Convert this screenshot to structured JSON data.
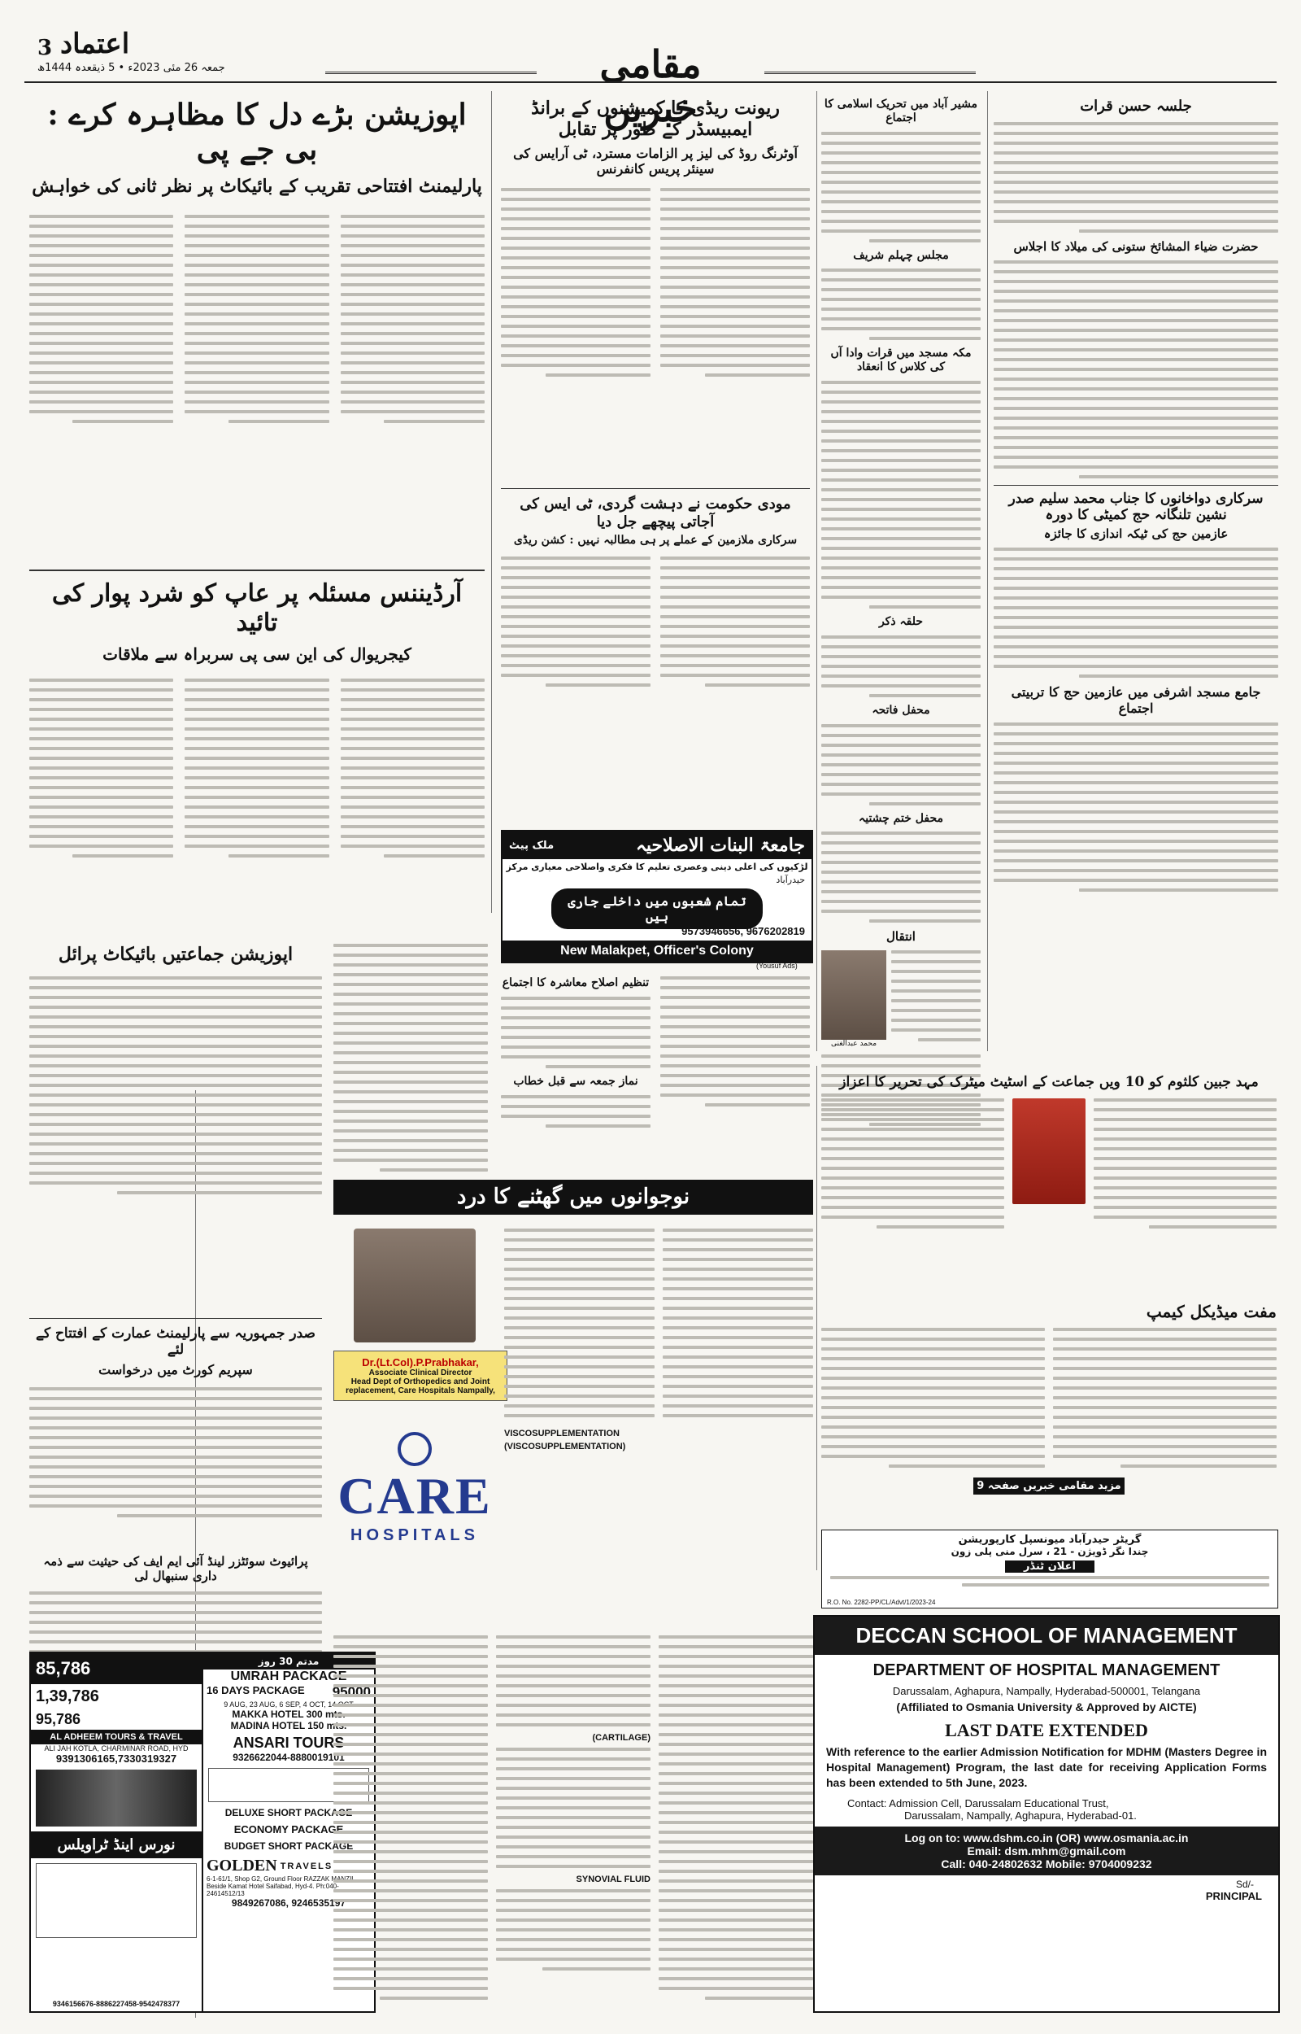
{
  "masthead": {
    "page_number": "3",
    "paper_name": "اعتماد",
    "date_line": "جمعہ 26 مئی 2023ء • 5 ذیقعدہ 1444ھ",
    "section_title": "مقامی خبریں"
  },
  "story_opposition": {
    "headline": "اپوزیشن بڑے دل کا مظاہرہ کرے : بی جے پی",
    "subhead": "پارلیمنٹ افتتاحی تقریب کے بائیکاٹ پر نظر ثانی کی خواہش"
  },
  "story_ordinance": {
    "headline": "آرڈیننس مسئلہ پر عاپ کو شرد پوار کی تائید",
    "subhead": "کیجریوال کی این سی پی سربراہ سے ملاقات"
  },
  "story_boycott": {
    "headline": "اپوزیشن جماعتیں بائیکاٹ پرائل"
  },
  "story_president": {
    "headline": "صدر جمہوریہ سے پارلیمنٹ عمارت کے افتتاح کے لئے",
    "subhead": "سپریم کورٹ میں درخواست"
  },
  "story_ireland": {
    "headline": "پرائیوٹ سوئٹزر لینڈ آئی ایم ایف کی حیثیت سے ذمہ داری سنبھال لی"
  },
  "story_revanth": {
    "headline": "ریونت ریڈی کا کمیشنوں کے برانڈ ایمبیسڈر کے طور پر تقابل",
    "subhead": "آوٹرنگ روڈ کی لیز پر الزامات مسترد، ٹی آرایس کی سینئر پریس کانفرنس"
  },
  "story_modi": {
    "headline": "مودی حکومت نے دہشت گردی، ٹی ایس کی آجاتی پیچھے جل دیا",
    "subhead": "سرکاری ملازمین کے عملے پر ہی مطالبہ نہیں : کشن ریڈی"
  },
  "ad_jamia": {
    "title": "جامعۃ البنات الاصلاحیہ",
    "tag": "ملک پیٹ",
    "subtitle": "لڑکیوں کی اعلی دینی وعصری تعلیم کا فکری واصلاحی معیاری مرکز",
    "city": "حیدرآباد",
    "admission": "تمام شعبوں میں داخلے جاری ہیں",
    "phones": "9573946656, 9676202819",
    "address": "New Malakpet, Officer's Colony",
    "credit": "(Yousuf Ads)"
  },
  "story_misc": [
    "تنظیم اصلاح معاشرہ کا اجتماع",
    "نماز جمعہ سے قبل خطاب"
  ],
  "story_knee": {
    "headline": "نوجوانوں میں گھٹنے کا درد",
    "doctor": "Dr.(Lt.Col).P.Prabhakar,",
    "role1": "Associate Clinical Director",
    "role2": "Head Dept of Orthopedics and Joint",
    "role3": "replacement, Care Hospitals Nampally,",
    "brand": "CARE",
    "brand_sub": "HOSPITALS",
    "terms": [
      "VISCOSUPPLEMENTATION",
      "(VISCOSUPPLEMENTATION)",
      "(CARTILAGE)",
      "SYNOVIAL FLUID"
    ]
  },
  "story_tehreek": {
    "headline": "مشیر آباد میں تحریک اسلامی کا اجتماع"
  },
  "story_majlis": {
    "headline": "مجلس چہلم شریف"
  },
  "story_mecca": {
    "headline": "مکہ مسجد میں قرات وادا آں کی کلاس کا انعقاد"
  },
  "story_hafiz": {
    "headline": "حلقہ ذکر"
  },
  "story_fateha": {
    "headline": "محفل فاتحہ"
  },
  "story_chishtia": {
    "headline": "محفل ختم چشتیہ"
  },
  "story_obit": {
    "headline": "انتقال",
    "caption": "محمد عبدالغنی"
  },
  "story_qirat": {
    "headline": "جلسہ حسن قرات"
  },
  "story_milad": {
    "headline": "حضرت ضیاء المشائخ ستونی کی میلاد کا اجلاس"
  },
  "story_haj": {
    "headline": "سرکاری دواخانوں کا جناب محمد سلیم صدر نشین تلنگانہ حج کمیٹی کا دورہ",
    "subhead": "عازمین حج کی ٹیکہ اندازی کا جائزہ"
  },
  "story_haj2": {
    "headline": "جامع مسجد اشرفی میں عازمین حج کا تربیتی اجتماع"
  },
  "story_student": {
    "headline": "مہد جبین کلثوم کو 10 ویں جماعت کے اسٹیٹ میٹرک کی تحریر کا اعزاز"
  },
  "story_camp": {
    "headline": "مفت میڈیکل کیمپ",
    "more": "مزید مقامی خبریں صفحہ 9"
  },
  "ad_tender": {
    "title": "گریٹر حیدرآباد میونسپل کارپوریشن",
    "zone": "چندا نگر ڈویژن - 21 ، سرل منی پلی زون",
    "notice": "اعلان ٹنڈر",
    "ref": "R.O. No. 2282-PP/CL/Advt/1/2023-24"
  },
  "ad_umrah": {
    "tag": "مدتم 30 روز",
    "title": "UMRAH PACKAGE",
    "pkg1": "16 DAYS PACKAGE",
    "price1": "95000",
    "dates": "9 AUG, 23 AUG, 6 SEP, 4 OCT, 14 OCT",
    "hotel1": "MAKKA HOTEL 300 mts.",
    "hotel2": "MADINA HOTEL 150 mts.",
    "company": "ANSARI TOURS",
    "phone": "9326622044-8880019101",
    "deluxe": "DELUXE SHORT PACKAGE",
    "economy": "ECONOMY PACKAGE",
    "budget": "BUDGET SHORT PACKAGE",
    "golden": "GOLDEN",
    "travels": "TRAVELS",
    "golden_address": "6-1-61/1, Shop G2, Ground Floor RAZZAK MANZIL, Beside Kamat Hotel Saifabad, Hyd-4. Ph:040-24614512/13",
    "golden_phones": "9849267086, 9246535197"
  },
  "ad_adheem": {
    "price1": "85,786",
    "price2": "1,39,786",
    "price3": "95,786",
    "company": "AL ADHEEM TOURS & TRAVEL",
    "address": "ALI JAH KOTLA, CHARMINAR ROAD, HYD",
    "phones": "9391306165,7330319327",
    "second_company": "نورس اینڈ ٹراویلس",
    "second_phones": "9346156676-8886227458-9542478377"
  },
  "ad_deccan": {
    "title": "DECCAN SCHOOL OF MANAGEMENT",
    "dept": "DEPARTMENT OF HOSPITAL MANAGEMENT",
    "address": "Darussalam, Aghapura, Nampally, Hyderabad-500001, Telangana",
    "affil": "(Affiliated to Osmania University & Approved by AICTE)",
    "banner": "LAST DATE EXTENDED",
    "body": "With reference to the earlier Admission Notification for MDHM (Masters Degree in Hospital Management) Program, the last date for receiving Application Forms has been extended to 5th June, 2023.",
    "contact1": "Contact:   Admission Cell, Darussalam Educational Trust,",
    "contact2": "Darussalam, Nampally, Aghapura, Hyderabad-01.",
    "log": "Log on to: www.dshm.co.in  (OR)  www.osmania.ac.in",
    "email": "Email: dsm.mhm@gmail.com",
    "call": "Call: 040-24802632   Mobile: 9704009232",
    "sign1": "Sd/-",
    "sign2": "PRINCIPAL"
  }
}
